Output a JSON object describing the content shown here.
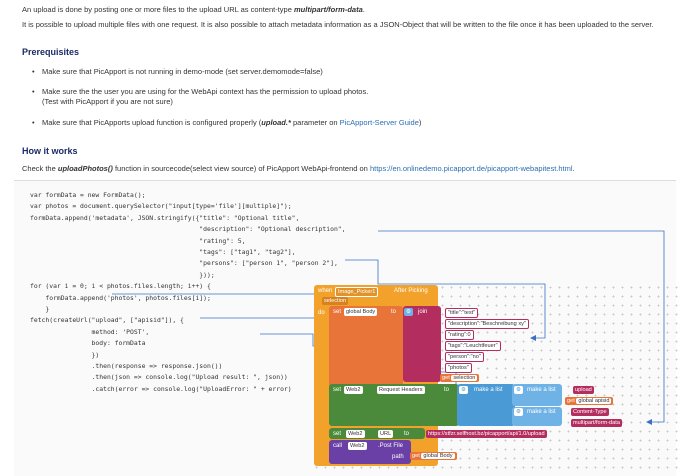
{
  "intro": {
    "line1_prefix": "An upload is done by posting one or more files to the upload URL as content-type ",
    "line1_em": "multipart/form-data",
    "line1_suffix": ".",
    "line2": "It is possible to upload multiple files with one request. It is also possible to attach metadata information as a JSON-Object that will be written to the file once it has been uploaded to the server."
  },
  "prereq": {
    "heading": "Prerequisites",
    "items": [
      "Make sure that PicApport is not running in demo-mode (set server.demomode=false)",
      "Make sure the the user you are using for the WebApi context has the permission to upload photos.",
      "(Test with PicApport if you are not sure)",
      "Make sure that PicApports upload function is configured properly (",
      "upload.*",
      " parameter on ",
      "PicApport-Server Guide",
      ")"
    ]
  },
  "howitworks": {
    "heading": "How it works",
    "prefix": "Check the ",
    "fn": "uploadPhotos()",
    "middle": " function in sourcecode(select view source) of PicApport WebApi-frontend on ",
    "link": "https://en.onlinedemo.picapport.de/picapport-webapitest.html",
    "suffix": "."
  },
  "code_lines": [
    "var formData = new FormData();",
    "var photos = document.querySelector(\"input[type='file'][multiple]\");",
    "formData.append('metadata', JSON.stringify({\"title\": \"Optional title\",",
    "                                            \"description\": \"Optional description\",",
    "                                            \"rating\": 5,",
    "                                            \"tags\": [\"tag1\", \"tag2\"],",
    "                                            \"persons\": [\"person 1\", \"person 2\"],",
    "                                            }));",
    "for (var i = 0; i < photos.files.length; i++) {",
    "    formData.append('photos', photos.files[i]);",
    "    }",
    "fetch(createUrl(\"upload\", [\"apisid\"]), {",
    "                method: 'POST',",
    "                body: formData",
    "                })",
    "                .then(response => response.json())",
    "                .then(json => console.log(\"Upload result: \", json))",
    "                .catch(error => console.log(\"UploadError: \" + error)"
  ],
  "blocks": {
    "when": "when",
    "picker": "Image_Picker1",
    "after": "After Picking",
    "do": "do",
    "set": "set",
    "global_body": "global Body",
    "to": "to",
    "join": "join",
    "selection": "selection",
    "j_title": "\"title\":\"test\"",
    "j_desc": "\"description\":\"Beschreibung xy\"",
    "j_rating": "\"rating\":0",
    "j_tags": "\"tags\":\"Leuchtfeuer\"",
    "j_person": "\"person\":\"no\"",
    "j_photos": "\"photos\"",
    "get": "get",
    "web2": "Web2",
    "request_headers": "Request Headers",
    "make_a_list": "make a list",
    "upload": "upload",
    "global_apisid": "global apisid",
    "content_type": "Content-Type",
    "multipart": "multipart/form-data",
    "url": "URL",
    "url_value": "https://stfzr.selfhost.bz/picapport/api/1.0/upload",
    "call": "call",
    "post_file": ".Post File",
    "path": "path"
  },
  "colors": {
    "event": "#f2a22a",
    "variable": "#e8743a",
    "text": "#b32d5e",
    "list": "#6fb3e6",
    "component": "#4b8a3a",
    "call": "#6a3fa6",
    "heading": "#1a2a66",
    "link": "#2a6fb3"
  }
}
